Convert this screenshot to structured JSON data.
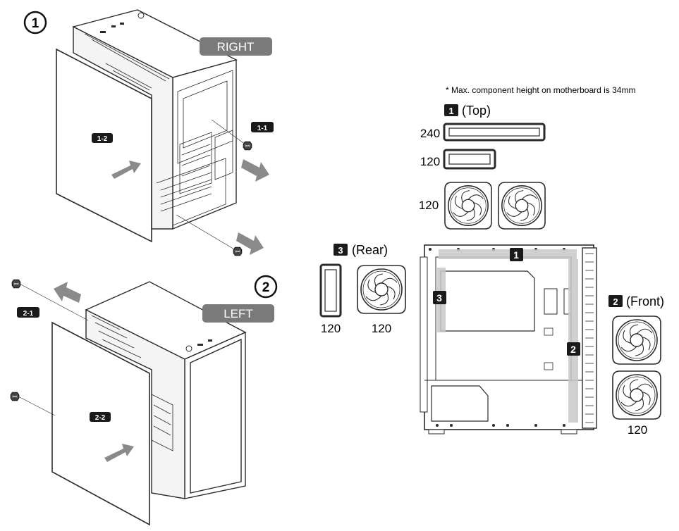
{
  "steps": {
    "step1_number": "1",
    "step2_number": "2",
    "right_label": "RIGHT",
    "left_label": "LEFT",
    "callout_1_1": "1-1",
    "callout_1_2": "1-2",
    "callout_2_1": "2-1",
    "callout_2_2": "2-2"
  },
  "fan_support": {
    "note": "* Max. component height on motherboard is 34mm",
    "top": {
      "badge": "1",
      "label": "(Top)",
      "sizes": [
        "240",
        "120",
        "120"
      ]
    },
    "rear": {
      "badge": "3",
      "label": "(Rear)",
      "sizes": [
        "120",
        "120"
      ]
    },
    "front": {
      "badge": "2",
      "label": "(Front)",
      "sizes": [
        "120"
      ]
    },
    "case_badges": [
      "1",
      "2",
      "3"
    ]
  },
  "colors": {
    "badge_bg": "#1a1a1a",
    "tab_bg": "#7a7a7a",
    "zone_gray": "#c8c8c8",
    "line": "#2a2a2a",
    "arrow": "#8a8a8a"
  },
  "icons": [
    "fan-icon",
    "radiator-icon",
    "screw-icon",
    "arrow-icon"
  ]
}
